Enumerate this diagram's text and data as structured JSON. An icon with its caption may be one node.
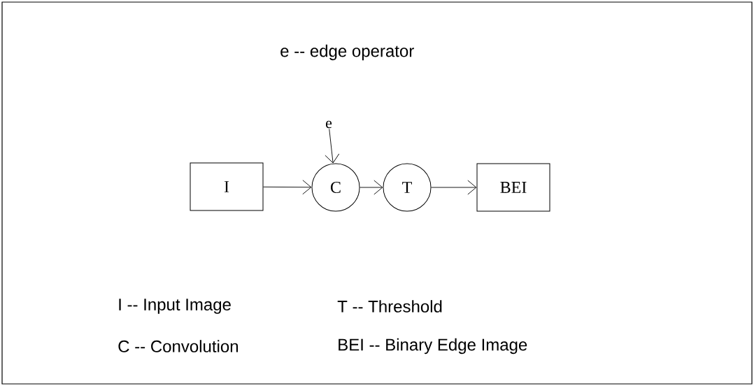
{
  "diagram": {
    "nodes": [
      {
        "text": [
          "e"
        ]
      },
      {
        "text": [
          "I"
        ]
      },
      {
        "text": [
          "C"
        ]
      },
      {
        "text": [
          "T"
        ]
      },
      {
        "text": [
          "BEI"
        ]
      }
    ],
    "edges": [
      {
        "from": 0,
        "to": 2,
        "arrow": "to"
      },
      {
        "from": 1,
        "to": 2,
        "arrow": "to"
      },
      {
        "from": 2,
        "to": 3,
        "arrow": "to"
      },
      {
        "from": 3,
        "to": 4,
        "arrow": "to"
      }
    ],
    "labels": [
      "e -- edge operator",
      "I -- Input Image",
      "T -- Threshold",
      "C -- Convolution",
      "BEI -- Binary Edge Image"
    ]
  }
}
